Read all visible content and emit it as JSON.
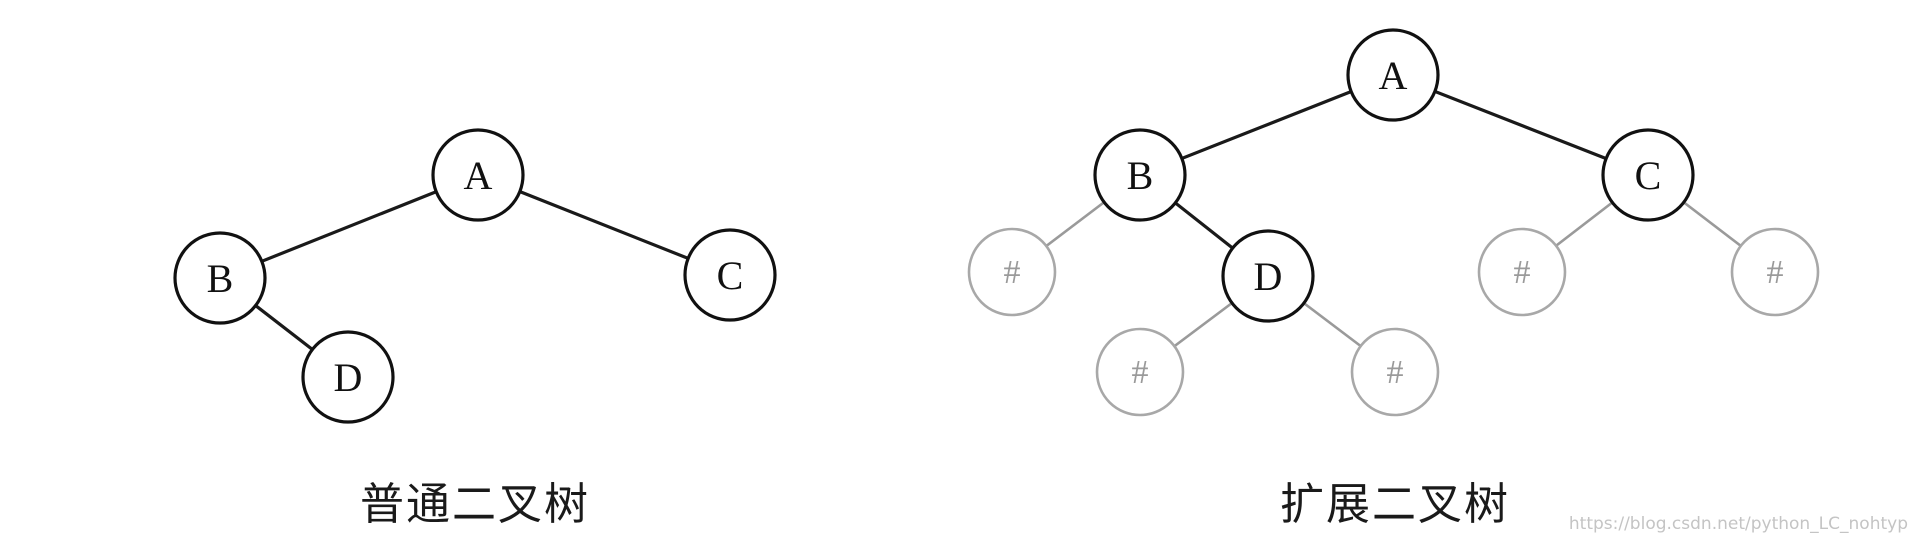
{
  "trees": [
    {
      "name": "normal-binary-tree",
      "caption": "普通二叉树",
      "nodes": [
        {
          "id": "left-A",
          "label": "A",
          "style": "dark"
        },
        {
          "id": "left-B",
          "label": "B",
          "style": "dark"
        },
        {
          "id": "left-C",
          "label": "C",
          "style": "dark"
        },
        {
          "id": "left-D",
          "label": "D",
          "style": "dark"
        }
      ],
      "edges": [
        {
          "from": "left-A",
          "to": "left-B",
          "style": "dark"
        },
        {
          "from": "left-A",
          "to": "left-C",
          "style": "dark"
        },
        {
          "from": "left-B",
          "to": "left-D",
          "style": "dark"
        }
      ]
    },
    {
      "name": "extended-binary-tree",
      "caption": "扩展二叉树",
      "nodes": [
        {
          "id": "right-A",
          "label": "A",
          "style": "dark"
        },
        {
          "id": "right-B",
          "label": "B",
          "style": "dark"
        },
        {
          "id": "right-C",
          "label": "C",
          "style": "dark"
        },
        {
          "id": "right-D",
          "label": "D",
          "style": "dark"
        },
        {
          "id": "right-null-1",
          "label": "#",
          "style": "light"
        },
        {
          "id": "right-null-2",
          "label": "#",
          "style": "light"
        },
        {
          "id": "right-null-3",
          "label": "#",
          "style": "light"
        },
        {
          "id": "right-null-4",
          "label": "#",
          "style": "light"
        },
        {
          "id": "right-null-5",
          "label": "#",
          "style": "light"
        }
      ],
      "edges": [
        {
          "from": "right-A",
          "to": "right-B",
          "style": "dark"
        },
        {
          "from": "right-A",
          "to": "right-C",
          "style": "dark"
        },
        {
          "from": "right-B",
          "to": "right-D",
          "style": "dark"
        },
        {
          "from": "right-B",
          "to": "right-null-1",
          "style": "light"
        },
        {
          "from": "right-D",
          "to": "right-null-2",
          "style": "light"
        },
        {
          "from": "right-D",
          "to": "right-null-3",
          "style": "light"
        },
        {
          "from": "right-C",
          "to": "right-null-4",
          "style": "light"
        },
        {
          "from": "right-C",
          "to": "right-null-5",
          "style": "light"
        }
      ]
    }
  ],
  "watermark": "https://blog.csdn.net/python_LC_nohtyp",
  "colors": {
    "dark": "#111111",
    "light": "#a8a8a8",
    "background": "#ffffff"
  }
}
